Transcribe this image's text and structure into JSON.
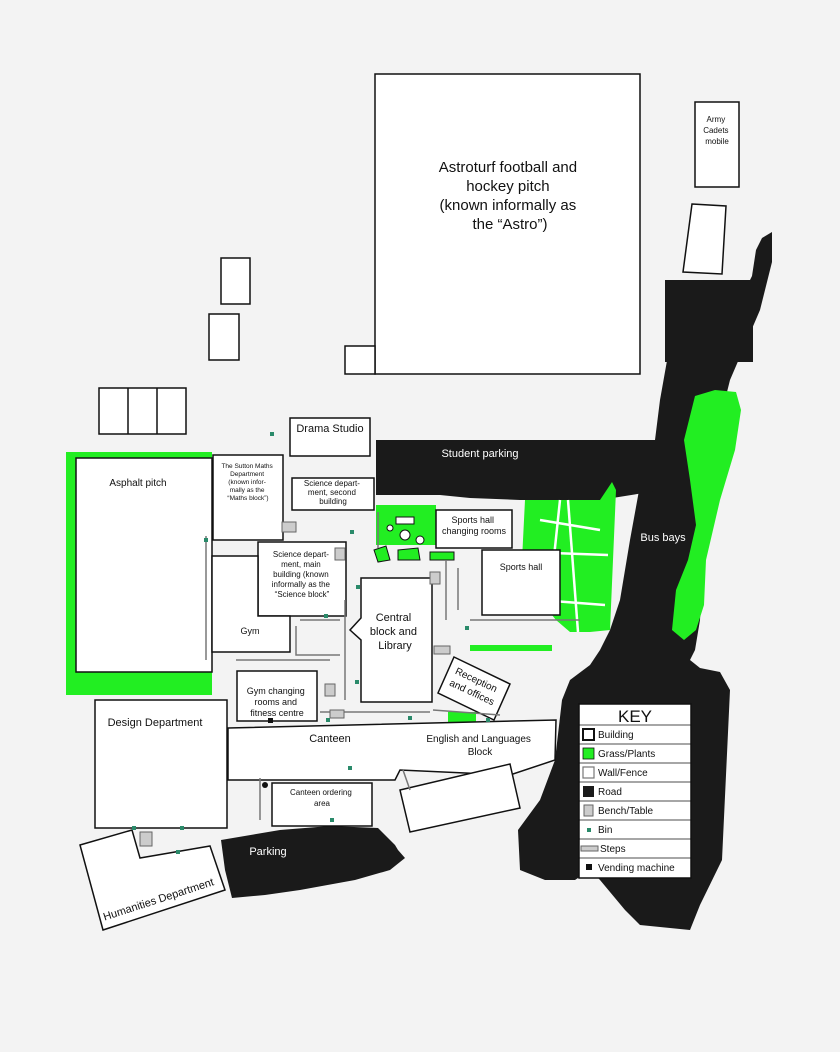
{
  "labels": {
    "astro": [
      "Astroturf football and",
      "hockey pitch",
      "(known informally as",
      "the “Astro”)"
    ],
    "army": [
      "Army",
      "Cadets",
      "mobile"
    ],
    "drama": "Drama Studio",
    "student_parking": "Student parking",
    "asphalt": "Asphalt pitch",
    "maths": [
      "The Sutton Maths",
      "Department",
      "(known infor-",
      "mally as the",
      "“Maths block”)"
    ],
    "science2": [
      "Science depart-",
      "ment, second",
      "building"
    ],
    "science_main": [
      "Science depart-",
      "ment, main",
      "building (known",
      "informally as the",
      "“Science block”"
    ],
    "sports_changing": [
      "Sports hall",
      "changing rooms"
    ],
    "sports_hall": "Sports hall",
    "bus_bays": "Bus bays",
    "gym": "Gym",
    "central": [
      "Central",
      "block and",
      "Library"
    ],
    "reception": [
      "Reception",
      "and offices"
    ],
    "gym_changing": [
      "Gym changing",
      "rooms and",
      "fitness centre"
    ],
    "design": "Design Department",
    "canteen": "Canteen",
    "english": [
      "English and Languages",
      "Block"
    ],
    "canteen_ordering": [
      "Canteen ordering",
      "area"
    ],
    "parking": "Parking",
    "humanities": "Humanities Department"
  },
  "legend": {
    "title": "KEY",
    "items": [
      {
        "label": "Building",
        "icon": "building-icon"
      },
      {
        "label": "Grass/Plants",
        "icon": "grass-icon"
      },
      {
        "label": "Wall/Fence",
        "icon": "wall-icon"
      },
      {
        "label": "Road",
        "icon": "road-icon"
      },
      {
        "label": "Bench/Table",
        "icon": "bench-icon"
      },
      {
        "label": "Bin",
        "icon": "bin-icon"
      },
      {
        "label": "Steps",
        "icon": "steps-icon"
      },
      {
        "label": "Vending machine",
        "icon": "vending-icon"
      }
    ]
  },
  "colors": {
    "road": "#1a1a1a",
    "grass": "#22ee22",
    "building_fill": "#ffffff",
    "outline": "#111111",
    "bin": "#2a8a6a",
    "background": "#f3f3f3"
  }
}
